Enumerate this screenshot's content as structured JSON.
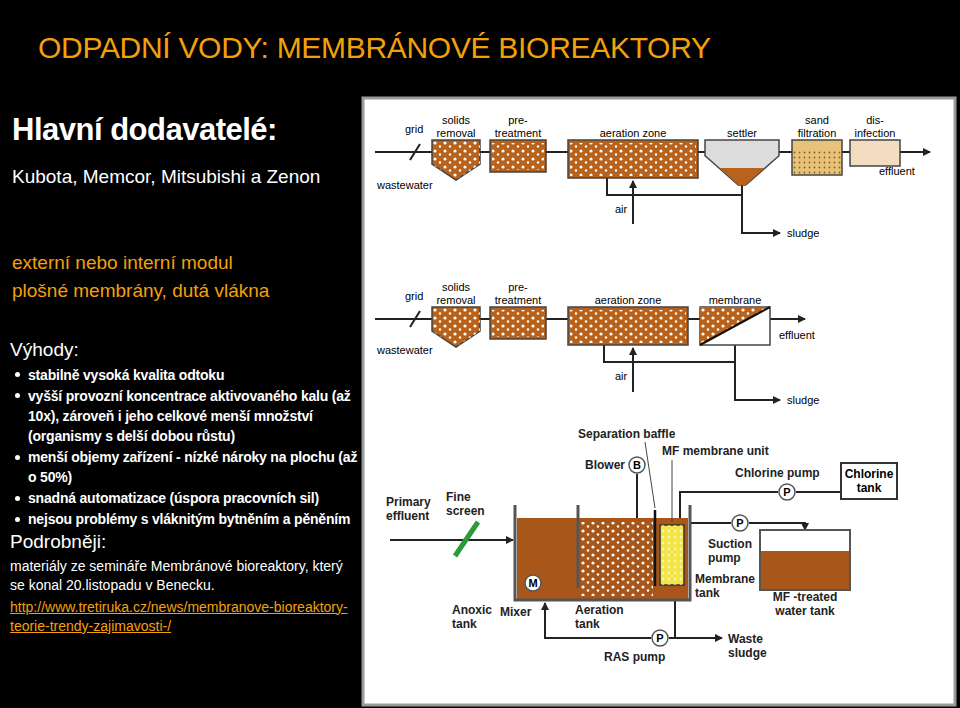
{
  "diagram": {
    "title": "ODPADNÍ VODY: MEMBRÁNOVÉ BIOREAKTORY",
    "nodes": [
      {
        "text": [
          "solids removal"
        ]
      },
      {
        "text": [
          "pre-treatment"
        ]
      },
      {
        "text": [
          "aeration zone"
        ]
      },
      {
        "text": [
          "settler"
        ]
      },
      {
        "text": [
          "sand filtration"
        ]
      },
      {
        "text": [
          "dis-infection"
        ]
      },
      {
        "text": [
          "solids removal"
        ]
      },
      {
        "text": [
          "pre-treatment"
        ]
      },
      {
        "text": [
          "aeration zone"
        ]
      },
      {
        "text": [
          "membrane"
        ]
      },
      {
        "text": [
          "B"
        ]
      },
      {
        "text": [
          "P"
        ]
      },
      {
        "text": [
          "Chlorine tank"
        ]
      },
      {
        "text": [
          "M"
        ]
      },
      {
        "text": [
          "P"
        ]
      },
      {
        "text": [
          "MF -treated water tank"
        ]
      },
      {
        "text": [
          "P"
        ]
      }
    ],
    "edges": [
      {
        "from": 0,
        "to": 1,
        "arrow": "none"
      },
      {
        "from": 1,
        "to": 2,
        "arrow": "none"
      },
      {
        "from": 2,
        "to": 3,
        "arrow": "none"
      },
      {
        "from": 3,
        "to": 4,
        "arrow": "none"
      },
      {
        "from": 4,
        "to": 5,
        "arrow": "none"
      },
      {
        "from": 3,
        "to": 2,
        "arrow": "none"
      },
      {
        "from": 6,
        "to": 7,
        "arrow": "none"
      },
      {
        "from": 7,
        "to": 8,
        "arrow": "none"
      },
      {
        "from": 8,
        "to": 9,
        "arrow": "none"
      },
      {
        "from": 9,
        "to": 8,
        "arrow": "none"
      },
      {
        "from": 12,
        "to": 11,
        "arrow": "none"
      },
      {
        "from": 14,
        "to": 15,
        "arrow": "to"
      }
    ],
    "labels": [
      "Hlavní dodavatelé:",
      "Kubota, Memcor, Mitsubishi a Zenon",
      "externí nebo interní modul",
      "plošné membrány, dutá vlákna",
      "Výhody:",
      "stabilně vysoká kvalita odtoku",
      "vyšší provozní koncentrace aktivovaného kalu (až 10x), zároveň i jeho celkové menší množství (organismy s delší dobou růstu)",
      "menší objemy zařízení - nízké nároky na plochu (až o 50%)",
      "snadná automatizace (úspora pracovních sil)",
      "nejsou problémy s vláknitým bytněním a pěněním",
      "Podrobněji:",
      "materiály ze semináře Membránové bioreaktory, který se konal 20.listopadu v Benecku.",
      "http://www.tretiruka.cz/news/membranove-bioreaktory-teorie-trendy-zajimavosti-/",
      "grid",
      "wastewater",
      "effluent",
      "air",
      "sludge",
      "grid",
      "wastewater",
      "effluent",
      "air",
      "sludge",
      "Separation baffle",
      "Blower",
      "MF membrane unit",
      "Chlorine pump",
      "Primary effluent",
      "Fine screen",
      "Suction pump",
      "Anoxic tank",
      "Mixer",
      "Aeration tank",
      "Membrane tank",
      "Waste sludge",
      "RAS pump"
    ]
  }
}
